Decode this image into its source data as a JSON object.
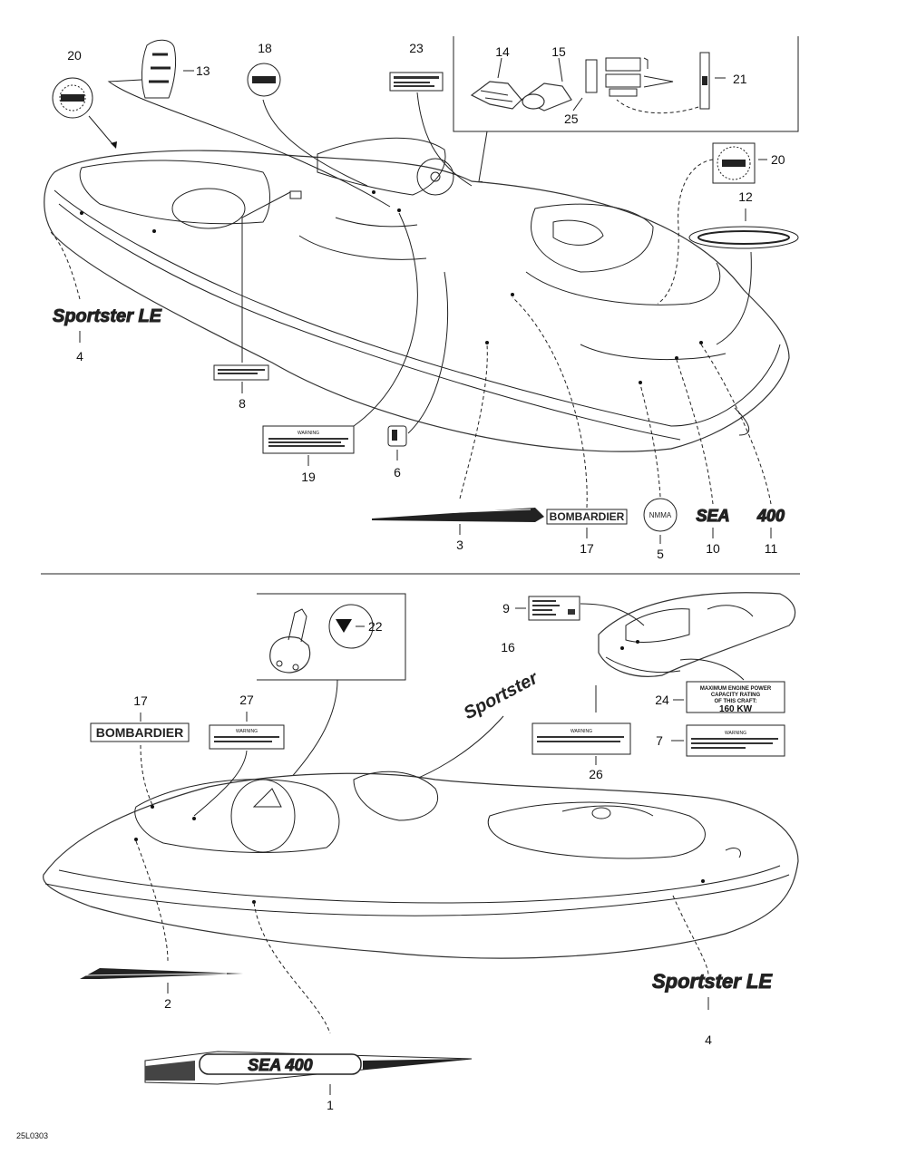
{
  "callouts": {
    "c20a": "20",
    "c13": "13",
    "c18": "18",
    "c23": "23",
    "c14": "14",
    "c15": "15",
    "c21": "21",
    "c25": "25",
    "c20b": "20",
    "c12": "12",
    "c4a": "4",
    "c8": "8",
    "c19": "19",
    "c6": "6",
    "c3": "3",
    "c17a": "17",
    "c5": "5",
    "c10": "10",
    "c11": "11",
    "c9": "9",
    "c16": "16",
    "c22": "22",
    "c17b": "17",
    "c27": "27",
    "c24": "24",
    "c7": "7",
    "c26": "26",
    "c2": "2",
    "c4b": "4",
    "c1": "1"
  },
  "decals": {
    "sportster_le": "Sportster LE",
    "bombardier": "BOMBARDIER",
    "nmma": "NMMA",
    "sea": "SEA",
    "num_400": "400",
    "sportster": "Sportster",
    "sea_400": "SEA 400",
    "rating_line1": "MAXIMUM ENGINE POWER",
    "rating_line2": "CAPACITY RATING",
    "rating_line3": "OF THIS CRAFT:",
    "rating_value": "160 KW",
    "warning": "WARNING"
  },
  "figure_code": "25L0303"
}
